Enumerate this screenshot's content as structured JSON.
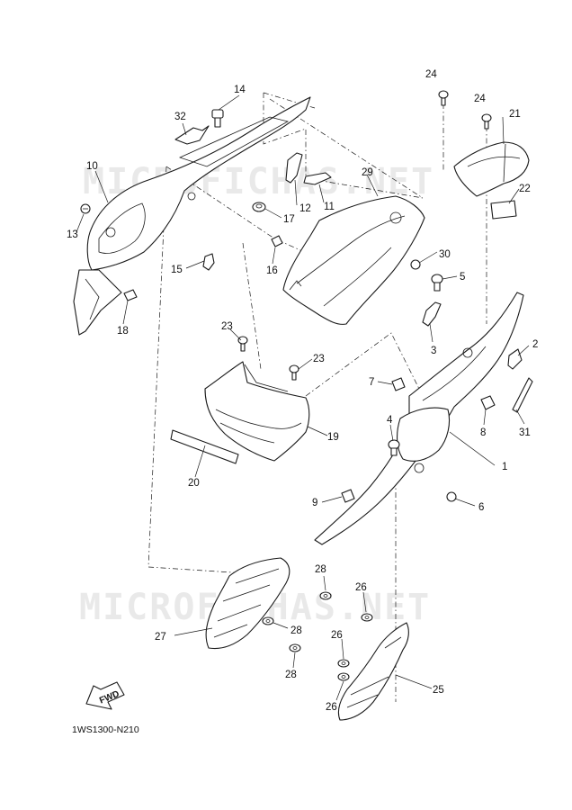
{
  "diagram_code": "1WS1300-N210",
  "watermark": "MICROFICHAS.NET",
  "fwd_label": "FWD",
  "callouts": [
    "1",
    "2",
    "3",
    "4",
    "5",
    "6",
    "7",
    "8",
    "9",
    "10",
    "11",
    "12",
    "13",
    "14",
    "15",
    "16",
    "17",
    "18",
    "19",
    "20",
    "21",
    "22",
    "23",
    "23",
    "24",
    "24",
    "25",
    "26",
    "26",
    "26",
    "27",
    "28",
    "28",
    "28",
    "29",
    "30",
    "31",
    "32"
  ],
  "colors": {
    "line": "#1a1a1a",
    "watermark": "#d8d8d8",
    "background": "#ffffff"
  }
}
